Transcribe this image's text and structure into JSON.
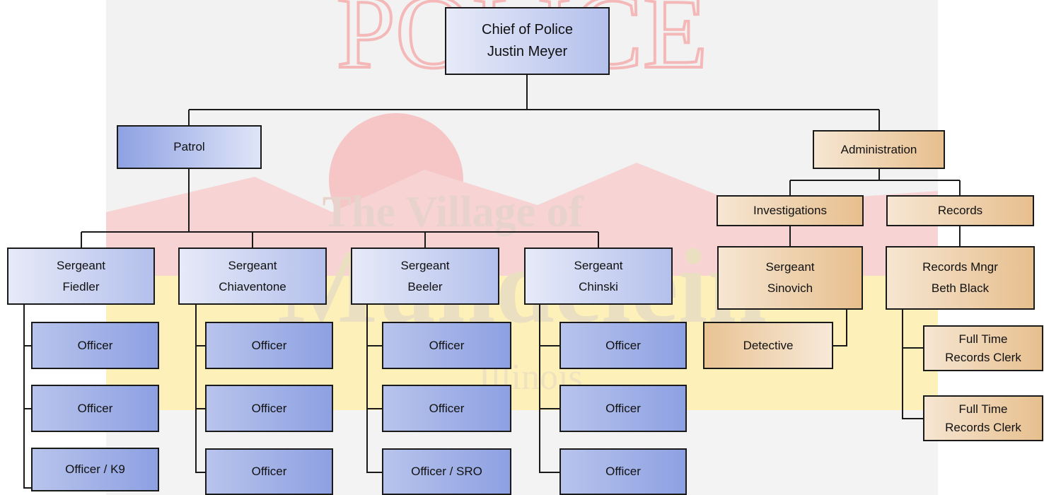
{
  "watermark": {
    "text_top": "POLICE",
    "text_mid": "The Village of",
    "text_big": "Mundelein",
    "text_low": "Illinois"
  },
  "chief": {
    "line1": "Chief of Police",
    "line2": "Justin Meyer"
  },
  "divisions": {
    "patrol": "Patrol",
    "administration": "Administration"
  },
  "admin_units": {
    "investigations": "Investigations",
    "records": "Records"
  },
  "sergeants": [
    {
      "title": "Sergeant",
      "name": "Fiedler",
      "officers": [
        "Officer",
        "Officer",
        "Officer / K9"
      ]
    },
    {
      "title": "Sergeant",
      "name": "Chiaventone",
      "officers": [
        "Officer",
        "Officer",
        "Officer"
      ]
    },
    {
      "title": "Sergeant",
      "name": "Beeler",
      "officers": [
        "Officer",
        "Officer",
        "Officer / SRO"
      ]
    },
    {
      "title": "Sergeant",
      "name": "Chinski",
      "officers": [
        "Officer",
        "Officer",
        "Officer"
      ]
    }
  ],
  "investigations_sergeant": {
    "title": "Sergeant",
    "name": "Sinovich"
  },
  "detective": "Detective",
  "records_manager": {
    "title": "Records Mngr",
    "name": "Beth Black"
  },
  "records_clerks": [
    {
      "line1": "Full Time",
      "line2": "Records Clerk"
    },
    {
      "line1": "Full Time",
      "line2": "Records Clerk"
    }
  ],
  "colors": {
    "patrol_blue": "#8da0e2",
    "admin_tan": "#e7bf8e",
    "line": "#1a1a1a"
  }
}
